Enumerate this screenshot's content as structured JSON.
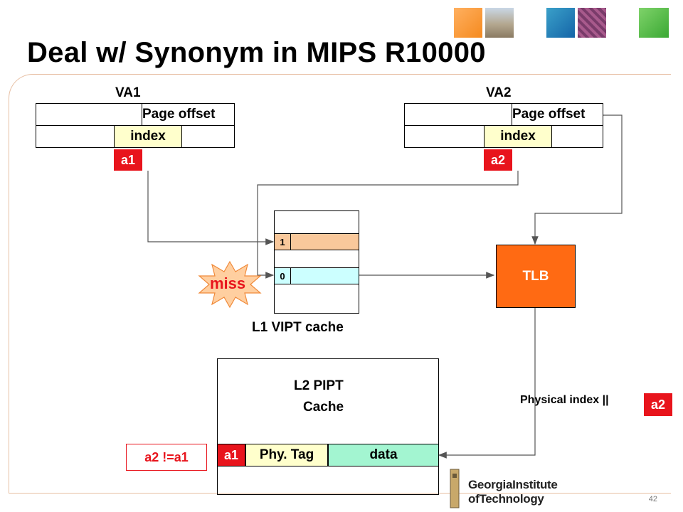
{
  "slide": {
    "title": "Deal w/ Synonym in MIPS R10000",
    "page_number": "42"
  },
  "va1": {
    "label": "VA1",
    "page_offset": "Page offset",
    "index": "index",
    "tag": "a1"
  },
  "va2": {
    "label": "VA2",
    "page_offset": "Page offset",
    "index": "index",
    "tag": "a2"
  },
  "l1": {
    "label": "L1 VIPT cache",
    "row1_bit": "1",
    "row0_bit": "0"
  },
  "miss": {
    "label": "miss"
  },
  "tlb": {
    "label": "TLB"
  },
  "l2": {
    "label_line1": "L2 PIPT",
    "label_line2": "Cache",
    "tag_bits": "a1",
    "phy_tag": "Phy. Tag",
    "data": "data"
  },
  "physical_index": {
    "label": "Physical index ||",
    "tag": "a2"
  },
  "compare": {
    "label": "a2 !=a1"
  },
  "logo": {
    "text_line1": "GeorgiaInstitute",
    "text_line2": "ofTechnology"
  },
  "colors": {
    "red": "#e8141c",
    "orange": "#ff6a13",
    "yellow": "#ffffcc",
    "peach": "#f9c89b",
    "cyan": "#ccffff",
    "mint": "#a3f5d1"
  }
}
